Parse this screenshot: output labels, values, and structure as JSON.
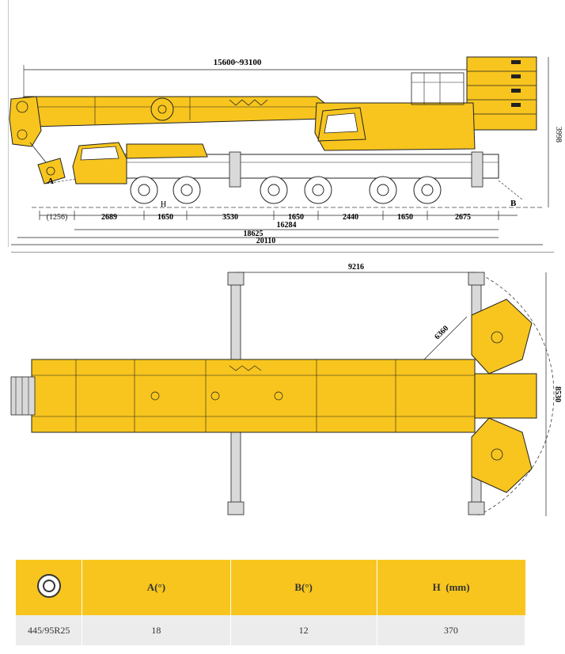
{
  "side_view": {
    "boom_length": "15600~93100",
    "label_a": "A",
    "label_b": "B",
    "label_h": "H",
    "overhang_front": "(1256)",
    "segments": [
      "2689",
      "1650",
      "3530",
      "1650",
      "2440",
      "1650",
      "2675"
    ],
    "wheelbase_total": "16284",
    "overall_length": "18625",
    "total_length": "20110",
    "height": "3998"
  },
  "top_view": {
    "outrigger_span_length": "9216",
    "counterweight_radius": "6360",
    "outrigger_span_width": "8530"
  },
  "table": {
    "tire_icon": "tire-icon",
    "headers": [
      "A(°)",
      "B(°)",
      "H  (mm)"
    ],
    "tire_size": "445/95R25",
    "values": [
      "18",
      "12",
      "370"
    ]
  },
  "colors": {
    "crane_yellow": "#f7c51e",
    "outline": "#222222",
    "table_header": "#f7c51e",
    "table_row": "#ececec"
  }
}
